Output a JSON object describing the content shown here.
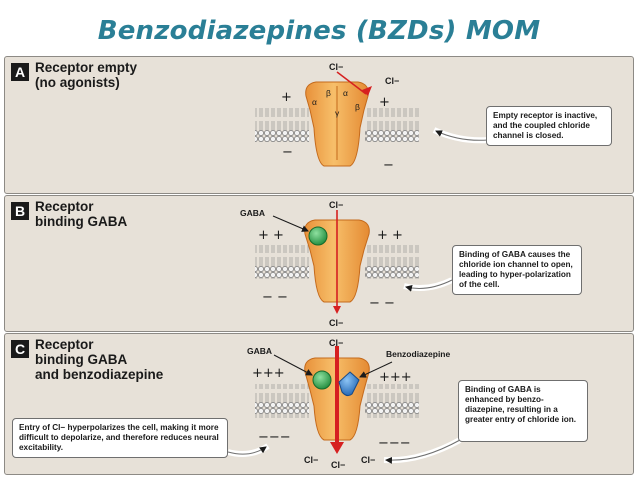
{
  "title": "Benzodiazepines (BZDs) MOM",
  "panels": {
    "a": {
      "letter": "A",
      "title_lines": [
        "Receptor empty",
        "(no agonists)"
      ],
      "ion_top": "Cl−",
      "ion_right": "Cl−",
      "signs_top_left": "+",
      "signs_top_right": "+",
      "signs_bottom_left": "−",
      "signs_bottom_right": "−",
      "subunits": [
        "α",
        "β",
        "α",
        "γ",
        "β"
      ],
      "callout": "Empty receptor is inactive, and the coupled chloride channel is closed."
    },
    "b": {
      "letter": "B",
      "title_lines": [
        "Receptor",
        "binding GABA"
      ],
      "gaba_label": "GABA",
      "ion_top": "Cl−",
      "ion_bottom": "Cl−",
      "signs_top_left": "+ +",
      "signs_top_right": "+ +",
      "signs_bottom_left": "− −",
      "signs_bottom_right": "− −",
      "callout": "Binding of GABA causes the chloride ion channel to open, leading to hyper-polarization of the cell."
    },
    "c": {
      "letter": "C",
      "title_lines": [
        "Receptor",
        "binding GABA",
        "and benzodiazepine"
      ],
      "gaba_label": "GABA",
      "bzd_label": "Benzodiazepine",
      "ion_top": "Cl−",
      "ions_bottom": [
        "Cl−",
        "Cl−",
        "Cl−"
      ],
      "signs_top_left": "+++",
      "signs_top_right": "+++",
      "signs_bottom_left": "−−−",
      "signs_bottom_right": "−−−",
      "callout_left": "Entry of Cl− hyperpolarizes the cell, making it more difficult to depolarize, and therefore reduces neural excitability.",
      "callout_right": "Binding of GABA is enhanced by benzo-diazepine, resulting in a greater entry of chloride ion."
    }
  },
  "colors": {
    "title": "#2a7f96",
    "panel_bg": "#e7e1d8",
    "receptor": "#f0a848",
    "gaba": "#2e9e4a",
    "benzodiazepine": "#2f7fc8",
    "ion_arrow": "#d62020"
  }
}
